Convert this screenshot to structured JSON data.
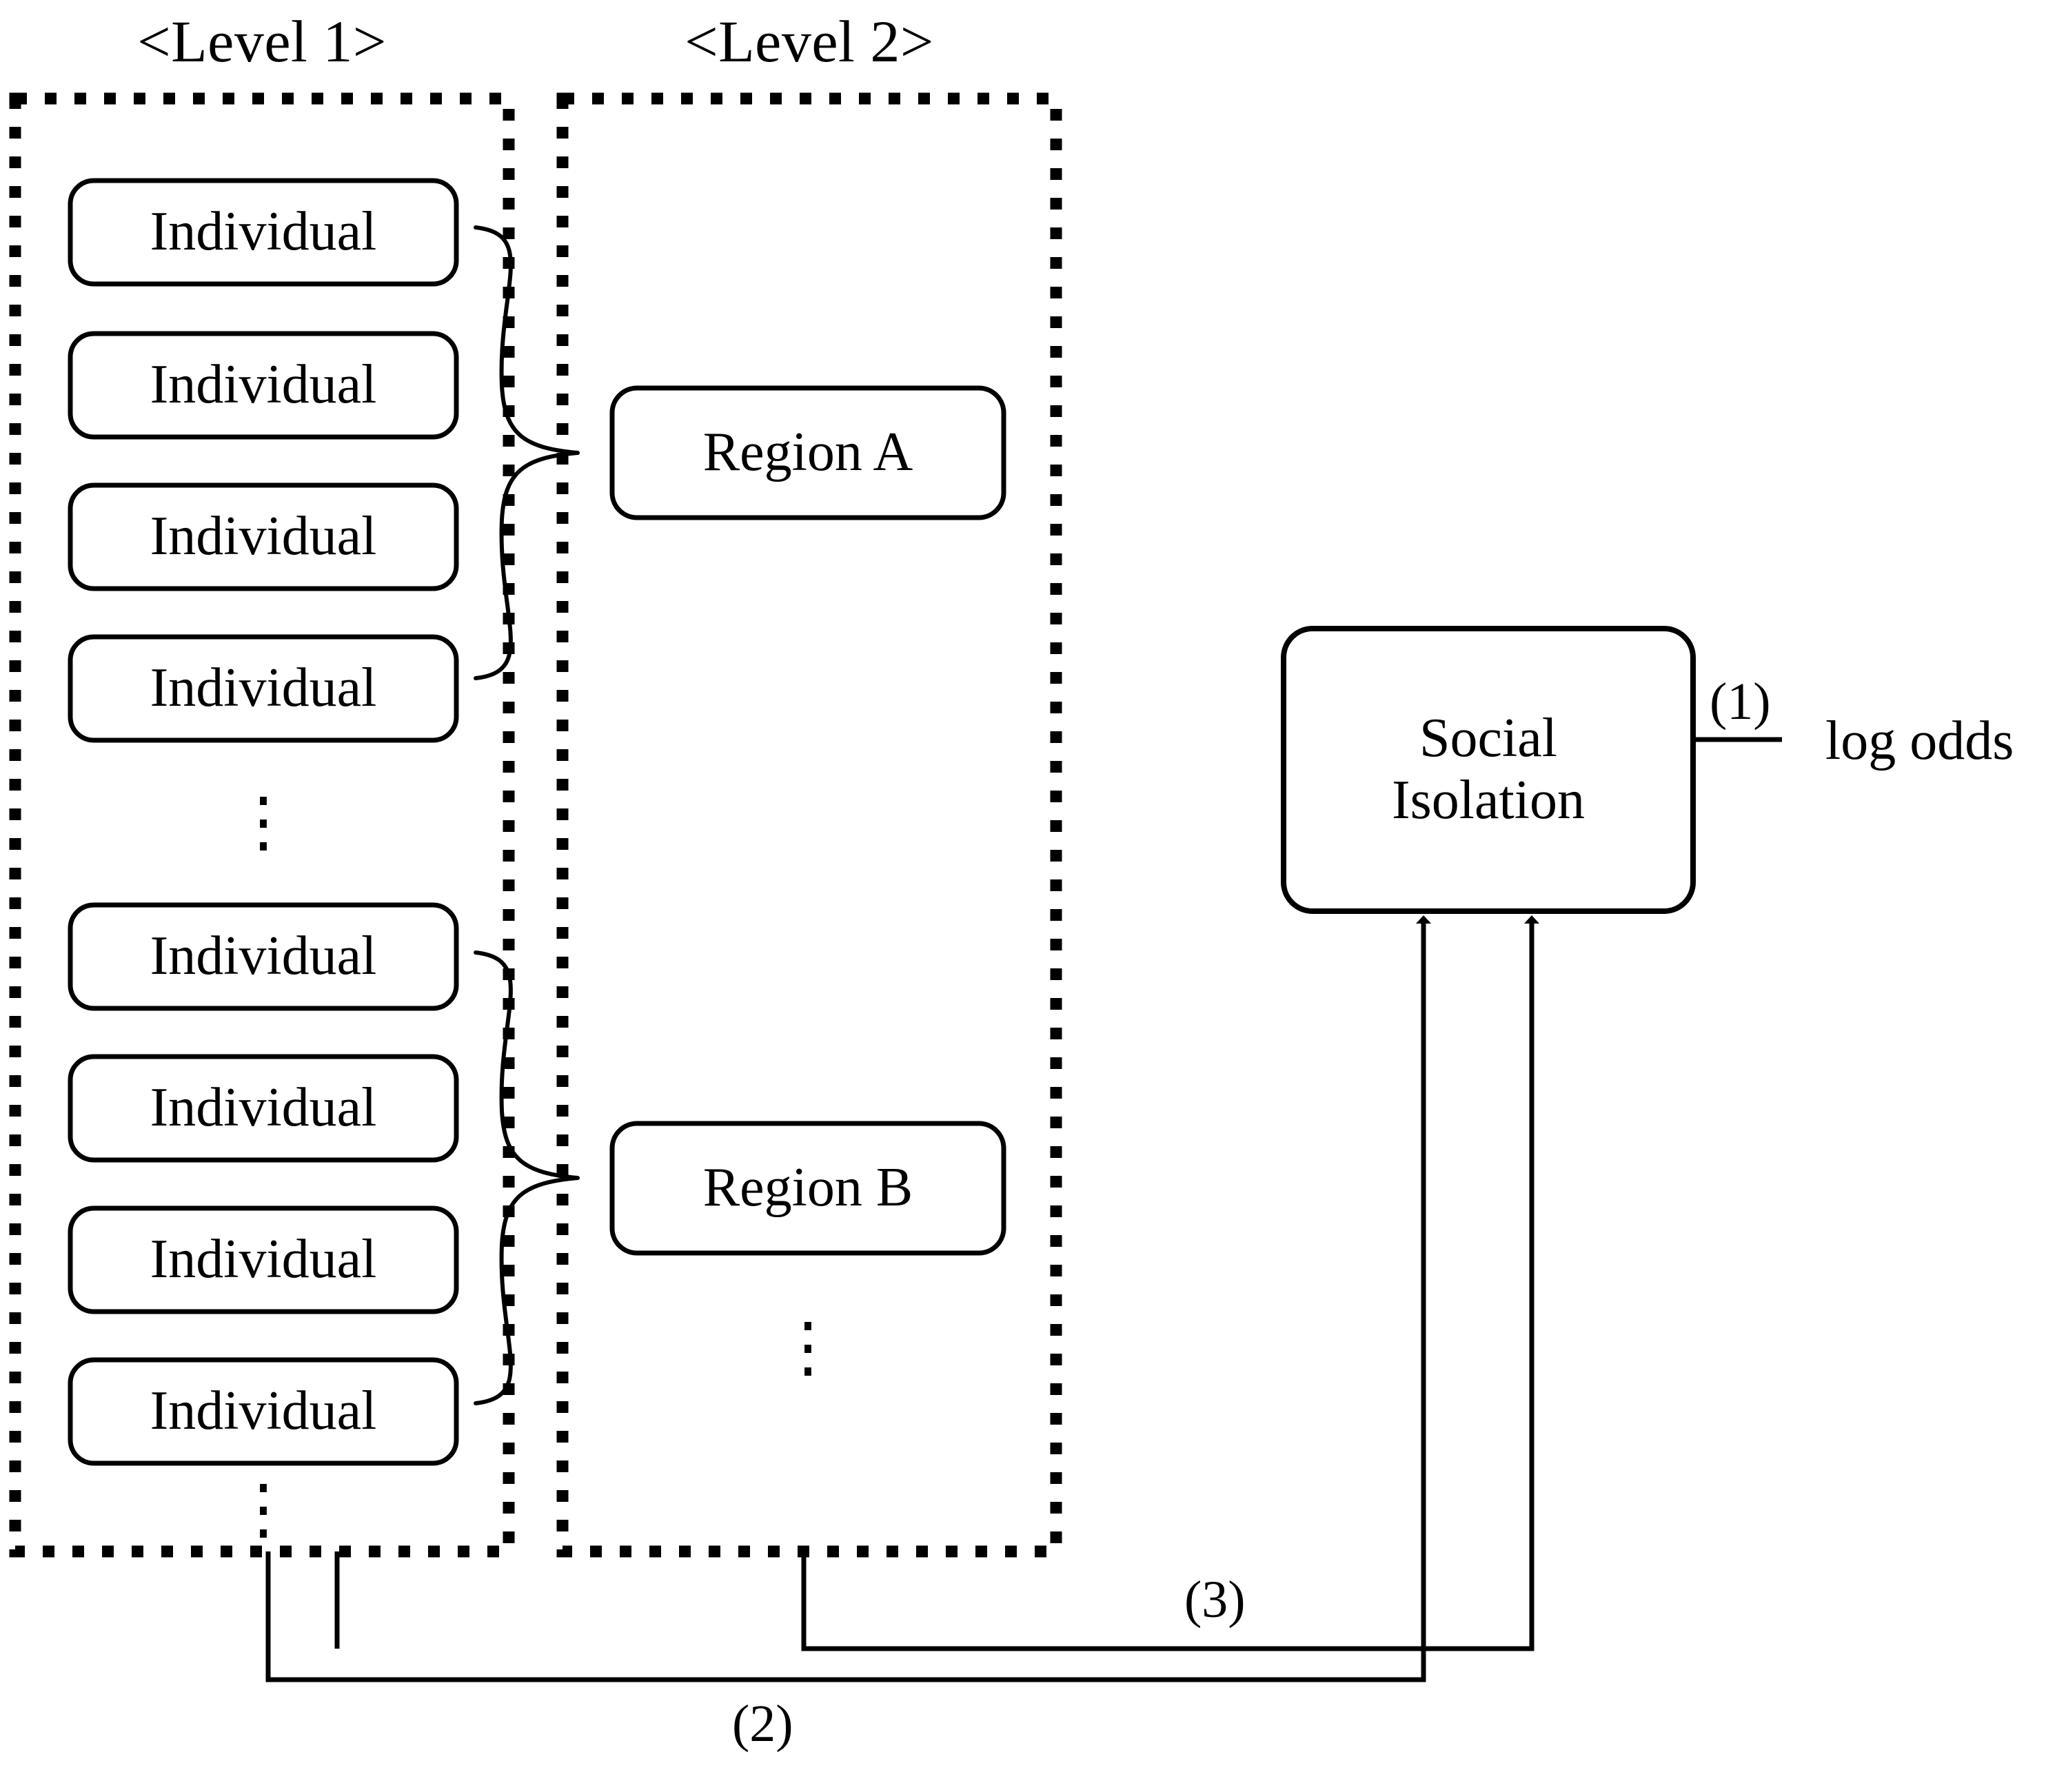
{
  "figure": {
    "type": "multilevel-hierarchy-diagram",
    "background_color": "#ffffff",
    "stroke_color": "#000000"
  },
  "levels": [
    {
      "id": "level-1",
      "title": "<Level 1>"
    },
    {
      "id": "level-2",
      "title": "<Level 2>"
    }
  ],
  "level1": {
    "title": "<Level 1>",
    "group_a": {
      "nodes": [
        {
          "label": "Individual"
        },
        {
          "label": "Individual"
        },
        {
          "label": "Individual"
        },
        {
          "label": "Individual"
        }
      ]
    },
    "group_b": {
      "nodes": [
        {
          "label": "Individual"
        },
        {
          "label": "Individual"
        },
        {
          "label": "Individual"
        },
        {
          "label": "Individual"
        }
      ]
    },
    "ellipsis_mid": "⋮",
    "ellipsis_bottom": "⋮"
  },
  "level2": {
    "title": "<Level 2>",
    "nodes": [
      {
        "label": "Region A"
      },
      {
        "label": "Region B"
      }
    ],
    "ellipsis_bottom": "⋮"
  },
  "outcome": {
    "label_line1": "Social",
    "label_line2": "Isolation",
    "full_label": "Social Isolation",
    "effect_label": "(1)",
    "effect_target": "log odds"
  },
  "paths": [
    {
      "id": "path-2",
      "label": "(2)",
      "from": "Level 1",
      "to": "Social Isolation"
    },
    {
      "id": "path-3",
      "label": "(3)",
      "from": "Level 2",
      "to": "Social Isolation"
    }
  ],
  "annotations": {
    "n1": "(1)",
    "n2": "(2)",
    "n3": "(3)"
  }
}
